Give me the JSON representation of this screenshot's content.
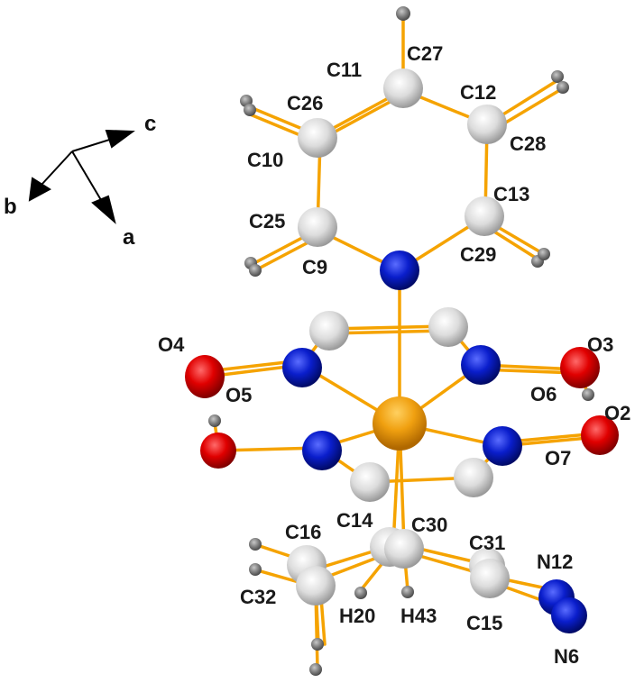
{
  "figure": {
    "type": "crystal structure ball-and-stick diagram",
    "colors": {
      "bond": "#f5a300",
      "metal": "#f0a010",
      "nitrogen": "#0a1ecc",
      "oxygen": "#e00000",
      "carbon": "#d8d8d8",
      "hydrogen": "#7a7a7a",
      "label": "#1a1a1a"
    }
  },
  "axes": {
    "a": "a",
    "b": "b",
    "c": "c"
  },
  "labels": {
    "C27": "C27",
    "C11": "C11",
    "C12": "C12",
    "C26": "C26",
    "C28": "C28",
    "C10": "C10",
    "C13": "C13",
    "C25": "C25",
    "C29": "C29",
    "C9": "C9",
    "O4": "O4",
    "O3": "O3",
    "O5": "O5",
    "O6": "O6",
    "O2": "O2",
    "O7": "O7",
    "C14": "C14",
    "C30": "C30",
    "C16": "C16",
    "C31": "C31",
    "N12": "N12",
    "C32": "C32",
    "H20": "H20",
    "H43": "H43",
    "C15": "C15",
    "N6": "N6"
  }
}
